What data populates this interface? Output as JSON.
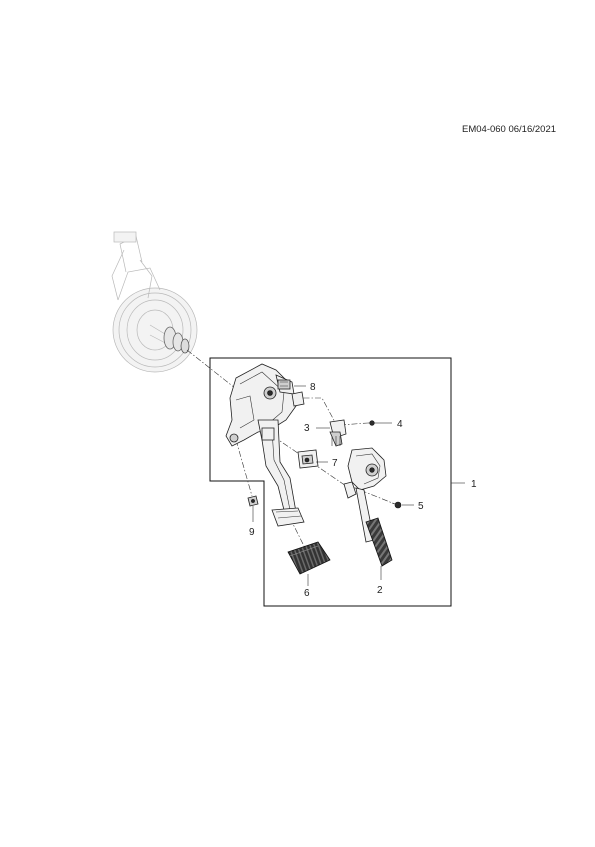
{
  "header": {
    "doc_id": "EM04-060 06/16/2021"
  },
  "callouts": [
    {
      "id": "1",
      "label": "1"
    },
    {
      "id": "2",
      "label": "2"
    },
    {
      "id": "3",
      "label": "3"
    },
    {
      "id": "4",
      "label": "4"
    },
    {
      "id": "5",
      "label": "5"
    },
    {
      "id": "6",
      "label": "6"
    },
    {
      "id": "7",
      "label": "7"
    },
    {
      "id": "8",
      "label": "8"
    },
    {
      "id": "9",
      "label": "9"
    }
  ]
}
